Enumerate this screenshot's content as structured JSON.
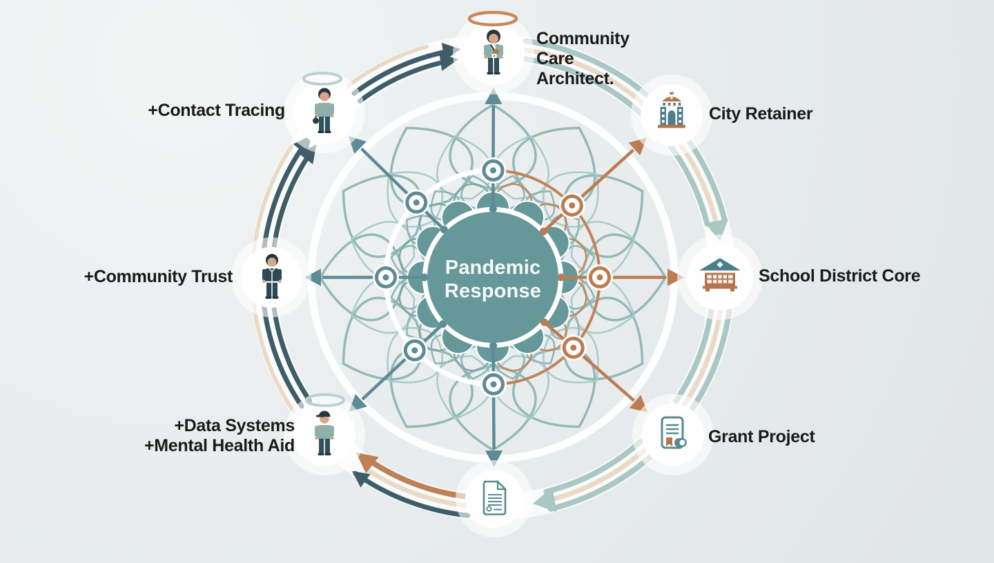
{
  "diagram": {
    "center": {
      "label_lines": [
        "Pandemic",
        "Response"
      ]
    },
    "nodes": {
      "community_care": {
        "label_lines": [
          "Community",
          "Care",
          "Architect."
        ],
        "icon": "person-with-badge-icon",
        "halo": "copper"
      },
      "city_retainer": {
        "label": "City Retainer",
        "icon": "city-hall-icon"
      },
      "school_district": {
        "label": "School District Core",
        "icon": "school-building-icon"
      },
      "grant_project": {
        "label": "Grant Project",
        "icon": "grant-document-icon"
      },
      "report_document": {
        "label": "",
        "icon": "document-icon"
      },
      "data_systems": {
        "label_lines": [
          "+Data Systems",
          "+Mental Health Aid"
        ],
        "icon": "person-with-cap-icon",
        "halo": "teal"
      },
      "community_trust": {
        "label": "+Community Trust",
        "icon": "person-in-jacket-icon"
      },
      "contact_tracing": {
        "label": "+Contact Tracing",
        "icon": "person-with-bag-icon",
        "halo": "teal"
      }
    },
    "colors": {
      "teal_spoke": "#5d8b96",
      "copper_spoke": "#bc7c52",
      "dark_band": "#3e5d69",
      "pale_band": "#a9c7c3",
      "cream_band": "#e9dac6",
      "copper_band": "#bd8057",
      "center_circle": "#679899",
      "inner_ring_copper": "#c08356",
      "halo_copper": "#c88a5c",
      "halo_teal": "#b9d2cf",
      "building_teal": "#4d7e8b",
      "building_copper": "#b5764c",
      "document_teal": "#558a8e",
      "sage_shirt": "#8fafaa",
      "navy_suit": "#2e4754",
      "pants_navy": "#31515c",
      "hair_dark": "#263640",
      "skin": "#d8a58a",
      "label_text": "#1a1a1a",
      "mandala_line": "#93b9b7"
    }
  }
}
